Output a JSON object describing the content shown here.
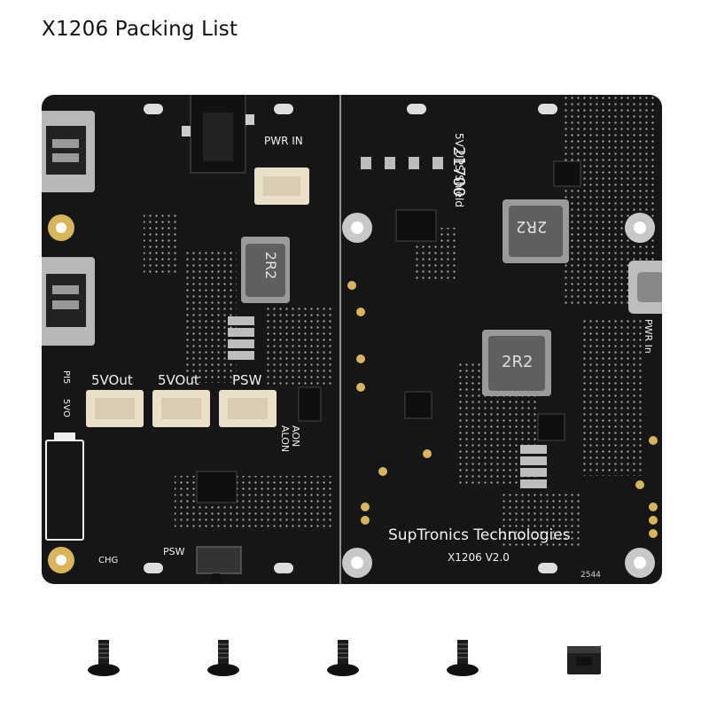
{
  "title": "X1206 Packing List",
  "board": {
    "pwr_in_top": "PWR IN",
    "model_top": "21700",
    "shield_text": "5V UPS Shield",
    "inductor_label": "2R2",
    "pwr_in_right": "PWR In",
    "label_5v_out_1": "5VOut",
    "label_5v_out_2": "5VOut",
    "label_psw": "PSW",
    "label_aon": "AON",
    "label_alon": "ALON",
    "label_pi5": "PI5",
    "label_5vo": "5VO",
    "label_chg": "CHG",
    "label_psw_switch": "PSW",
    "brand": "SupTronics Technologies",
    "model_version": "X1206  V2.0",
    "chip_code": "2544"
  },
  "accessories": {
    "screw_count": 4,
    "jumper_count": 1
  }
}
